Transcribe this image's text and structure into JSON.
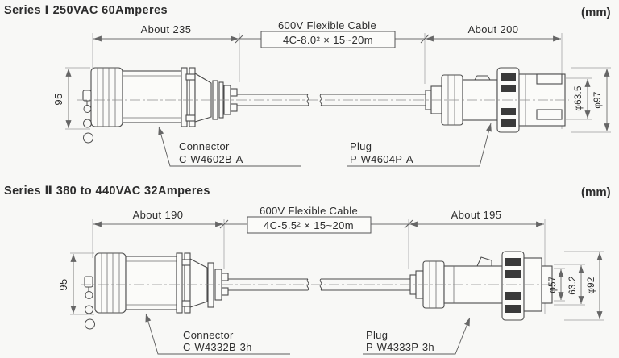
{
  "series1": {
    "title": "Series Ⅰ 250VAC 60Amperes",
    "unit_note": "(mm)",
    "dim_left": "About 235",
    "dim_right": "About 200",
    "dim_height": "95",
    "cable_label": "600V Flexible Cable",
    "cable_spec": "4C-8.0² × 15~20m",
    "connector_label": "Connector",
    "connector_part": "C-W4602B-A",
    "plug_label": "Plug",
    "plug_part": "P-W4604P-A",
    "dia_inner": "φ63.5",
    "dia_outer": "φ97"
  },
  "series2": {
    "title": "Series Ⅱ 380 to 440VAC 32Amperes",
    "unit_note": "(mm)",
    "dim_left": "About 190",
    "dim_right": "About 195",
    "dim_height": "95",
    "cable_label": "600V Flexible Cable",
    "cable_spec": "4C-5.5² × 15~20m",
    "connector_label": "Connector",
    "connector_part": "C-W4332B-3h",
    "plug_label": "Plug",
    "plug_part": "P-W4333P-3h",
    "dia_pin": "φ57",
    "dia_face": "63.2",
    "dia_outer": "φ92"
  }
}
